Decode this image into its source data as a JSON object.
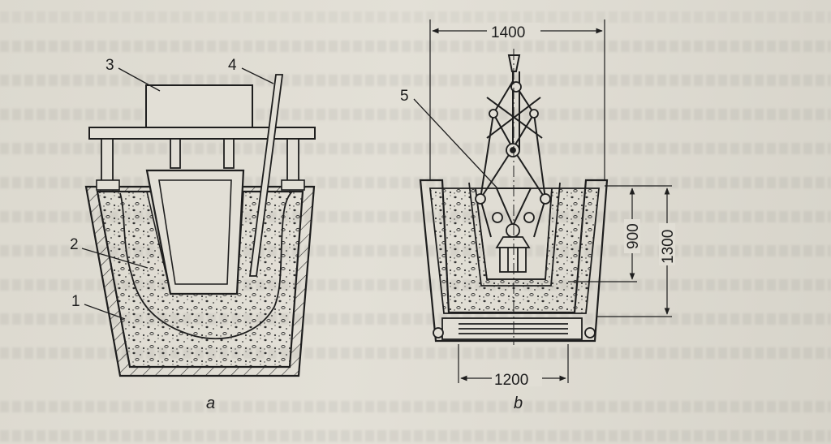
{
  "figure_a": {
    "label": "a",
    "callouts": [
      "3",
      "4",
      "2",
      "1"
    ]
  },
  "figure_b": {
    "label": "b",
    "callouts": [
      "5"
    ],
    "dimensions": {
      "top_width": "1400",
      "bottom_width": "1200",
      "inner_height": "900",
      "outer_height": "1300"
    }
  },
  "colors": {
    "ink": "#1e1e1e",
    "paper": "#dedbd2"
  }
}
